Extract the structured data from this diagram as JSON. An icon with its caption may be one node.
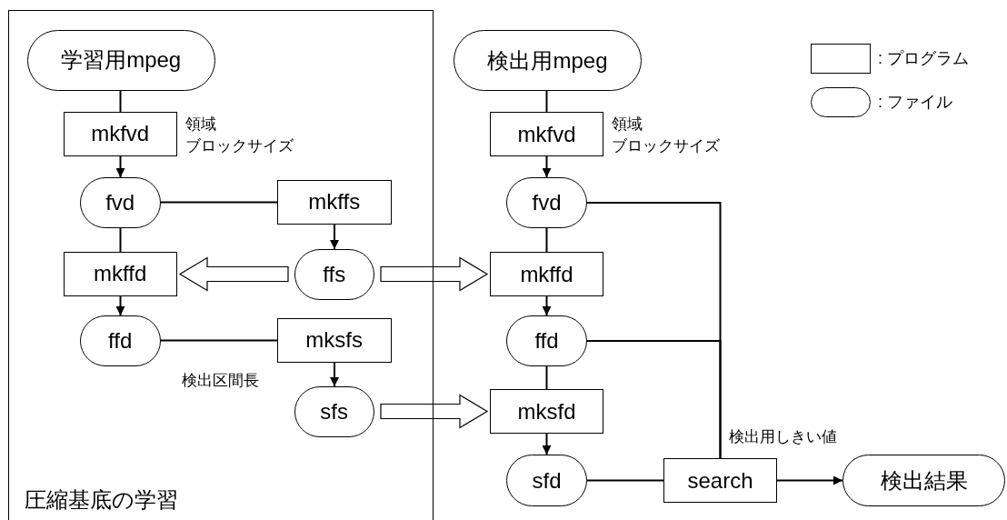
{
  "diagram": {
    "nodes": [
      {
        "text": [
          "圧縮基底の学習"
        ]
      },
      {
        "text": [
          "学習用mpeg"
        ],
        "in": 0
      },
      {
        "text": [
          "mkfvd"
        ],
        "in": 0,
        "beside": [
          "領域",
          "ブロックサイズ"
        ]
      },
      {
        "text": [
          "fvd"
        ],
        "in": 0
      },
      {
        "text": [
          "mkffs"
        ],
        "in": 0
      },
      {
        "text": [
          "mkffd"
        ],
        "in": 0
      },
      {
        "text": [
          "ffs"
        ],
        "in": 0
      },
      {
        "text": [
          "ffd"
        ],
        "in": 0
      },
      {
        "text": [
          "mksfs"
        ],
        "in": 0,
        "beside": [
          "検出区間長"
        ]
      },
      {
        "text": [
          "sfs"
        ],
        "in": 0
      },
      {
        "text": [
          "検出用mpeg"
        ]
      },
      {
        "text": [
          "mkfvd"
        ],
        "beside": [
          "領域",
          "ブロックサイズ"
        ]
      },
      {
        "text": [
          "fvd"
        ]
      },
      {
        "text": [
          "mkffd"
        ]
      },
      {
        "text": [
          "ffd"
        ]
      },
      {
        "text": [
          "mksfd"
        ]
      },
      {
        "text": [
          "sfd"
        ]
      },
      {
        "text": [
          "search"
        ],
        "beside": [
          "検出用しきい値"
        ]
      },
      {
        "text": [
          "検出結果"
        ]
      }
    ],
    "edges": [
      {
        "from": 1,
        "to": 2,
        "arrow": "none"
      },
      {
        "from": 2,
        "to": 3,
        "arrow": "to"
      },
      {
        "from": 3,
        "to": 5,
        "arrow": "none"
      },
      {
        "from": 3,
        "to": 4,
        "arrow": "none"
      },
      {
        "from": 4,
        "to": 6,
        "arrow": "to"
      },
      {
        "from": 6,
        "to": 5,
        "arrow": "to",
        "style": "thick"
      },
      {
        "from": 5,
        "to": 7,
        "arrow": "to"
      },
      {
        "from": 7,
        "to": 8,
        "arrow": "none"
      },
      {
        "from": 8,
        "to": 9,
        "arrow": "to"
      },
      {
        "from": 6,
        "to": 13,
        "arrow": "to",
        "style": "thick"
      },
      {
        "from": 9,
        "to": 15,
        "arrow": "to",
        "style": "thick"
      },
      {
        "from": 10,
        "to": 11,
        "arrow": "none"
      },
      {
        "from": 11,
        "to": 12,
        "arrow": "to"
      },
      {
        "from": 12,
        "to": 13,
        "arrow": "none"
      },
      {
        "from": 13,
        "to": 14,
        "arrow": "to"
      },
      {
        "from": 14,
        "to": 15,
        "arrow": "none"
      },
      {
        "from": 15,
        "to": 16,
        "arrow": "to"
      },
      {
        "from": 16,
        "to": 17,
        "arrow": "none"
      },
      {
        "from": 17,
        "to": 18,
        "arrow": "to"
      },
      {
        "from": 12,
        "to": 17,
        "arrow": "none"
      },
      {
        "from": 14,
        "to": 17,
        "arrow": "none"
      }
    ],
    "legend": [
      {
        "text": ": プログラム"
      },
      {
        "text": ": ファイル"
      }
    ]
  }
}
